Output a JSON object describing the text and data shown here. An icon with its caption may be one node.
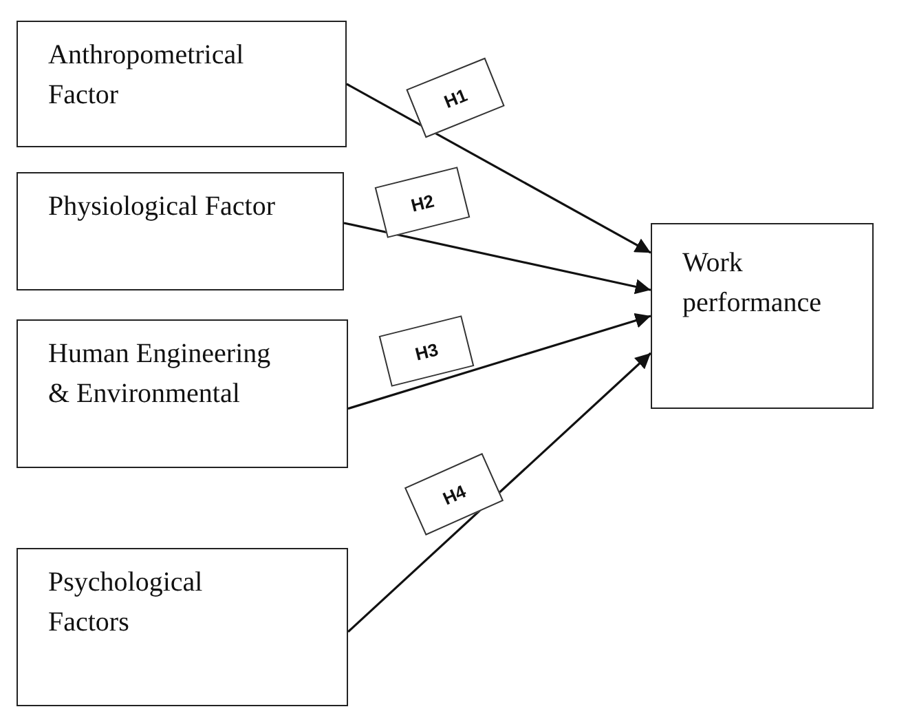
{
  "diagram": {
    "nodes": [
      {
        "text": [
          "Anthropometrical Factor"
        ]
      },
      {
        "text": [
          "Physiological Factor"
        ]
      },
      {
        "text": [
          "Human Engineering & Environmental"
        ]
      },
      {
        "text": [
          "Psychological Factors"
        ]
      },
      {
        "text": [
          "Work performance"
        ]
      }
    ],
    "edges": [
      {
        "from": 0,
        "to": 4,
        "arrow": "to",
        "label": "H1"
      },
      {
        "from": 1,
        "to": 4,
        "arrow": "to",
        "label": "H2"
      },
      {
        "from": 2,
        "to": 4,
        "arrow": "to",
        "label": "H3"
      },
      {
        "from": 3,
        "to": 4,
        "arrow": "to",
        "label": "H4"
      }
    ]
  }
}
